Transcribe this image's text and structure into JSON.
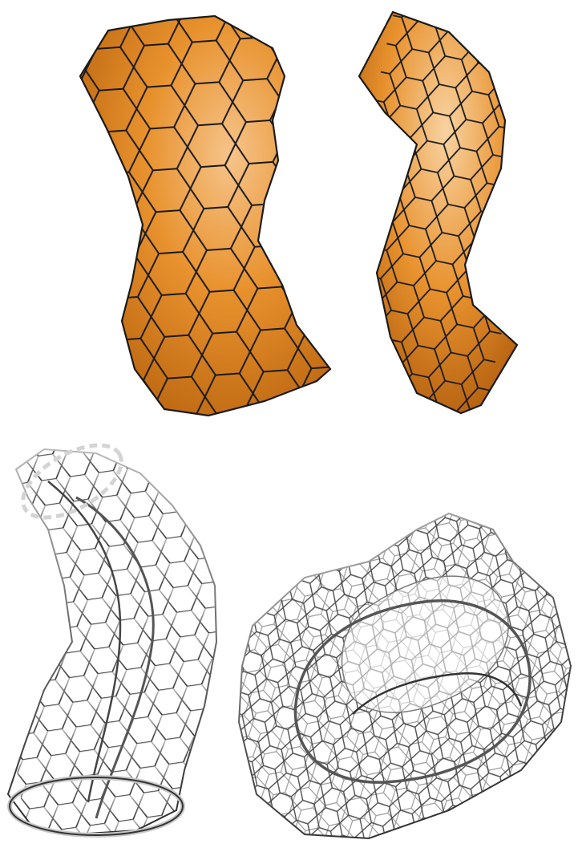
{
  "figure": {
    "panels": [
      {
        "id": "tube-a",
        "render": "shaded-hex-mesh"
      },
      {
        "id": "tube-b",
        "render": "shaded-hex-mesh"
      },
      {
        "id": "tube-c",
        "render": "wireframe-hex-mesh"
      },
      {
        "id": "torus",
        "render": "wireframe-hex-mesh"
      }
    ]
  },
  "colors": {
    "background": "#ffffff",
    "surface_light": "#f6c48a",
    "surface_mid": "#e8922e",
    "surface_dark": "#b8620e",
    "mesh_line": "#1a1a1a",
    "wire_dark": "#2b2b2b",
    "wire_mid": "#6e6e6e",
    "wire_light": "#b9b9b9",
    "rim_gray": "#c8c8c8"
  }
}
